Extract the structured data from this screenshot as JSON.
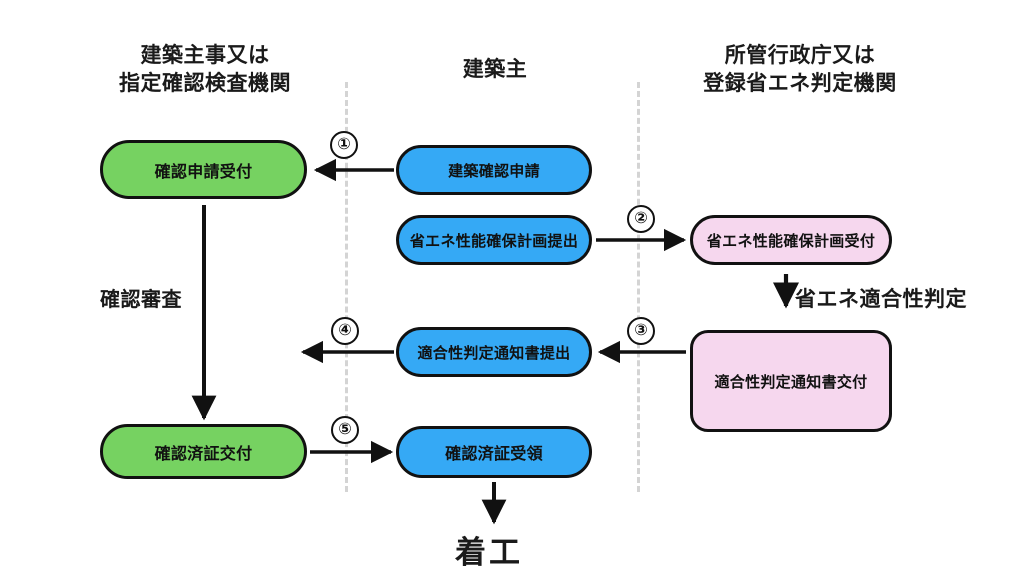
{
  "diagram": {
    "title_bottom": "着工",
    "colors": {
      "green_node": "#76d261",
      "blue_node": "#35a9f5",
      "pink_node": "#f6d7ee",
      "outline": "#111111",
      "divider": "#d4d4d4",
      "background": "#ffffff"
    },
    "columns": [
      {
        "id": "col1",
        "header_line1": "建築主事又は",
        "header_line2": "指定確認検査機関"
      },
      {
        "id": "col2",
        "header_line1": "建築主",
        "header_line2": ""
      },
      {
        "id": "col3",
        "header_line1": "所管行政庁又は",
        "header_line2": "登録省エネ判定機関"
      }
    ],
    "nodes": [
      {
        "id": "kakunin-shinsei-uketsuke",
        "label": "確認申請受付",
        "column": "col1",
        "color": "green",
        "shape": "pill"
      },
      {
        "id": "kenchiku-kakunin-shinsei",
        "label": "建築確認申請",
        "column": "col2",
        "color": "blue",
        "shape": "pill"
      },
      {
        "id": "shoene-keikaku-teishutsu",
        "label": "省エネ性能確保計画提出",
        "column": "col2",
        "color": "blue",
        "shape": "pill"
      },
      {
        "id": "shoene-keikaku-uketsuke",
        "label": "省エネ性能確保計画受付",
        "column": "col3",
        "color": "pink",
        "shape": "pill"
      },
      {
        "id": "tekigosei-tsuchisho-teishutsu",
        "label": "適合性判定通知書提出",
        "column": "col2",
        "color": "blue",
        "shape": "pill"
      },
      {
        "id": "tekigosei-tsuchisho-kofu",
        "label": "適合性判定通知書交付",
        "column": "col3",
        "color": "pink",
        "shape": "rect"
      },
      {
        "id": "kakuninzumisho-kofu",
        "label": "確認済証交付",
        "column": "col1",
        "color": "green",
        "shape": "pill"
      },
      {
        "id": "kakuninzumisho-juryo",
        "label": "確認済証受領",
        "column": "col2",
        "color": "blue",
        "shape": "pill"
      }
    ],
    "step_numbers": [
      {
        "id": "step-1",
        "label": "①",
        "describes": "建築確認申請 → 確認申請受付"
      },
      {
        "id": "step-2",
        "label": "②",
        "describes": "省エネ性能確保計画提出 → 省エネ性能確保計画受付"
      },
      {
        "id": "step-3",
        "label": "③",
        "describes": "適合性判定通知書交付 → 適合性判定通知書提出"
      },
      {
        "id": "step-4",
        "label": "④",
        "describes": "適合性判定通知書提出 → 確認審査"
      },
      {
        "id": "step-5",
        "label": "⑤",
        "describes": "確認済証交付 → 確認済証受領"
      }
    ],
    "labels": [
      {
        "id": "kakunin-shinsa",
        "text": "確認審査"
      },
      {
        "id": "shoene-tekigosei-hantei",
        "text": "省エネ適合性判定"
      },
      {
        "id": "chakkou",
        "text": "着工"
      }
    ]
  }
}
